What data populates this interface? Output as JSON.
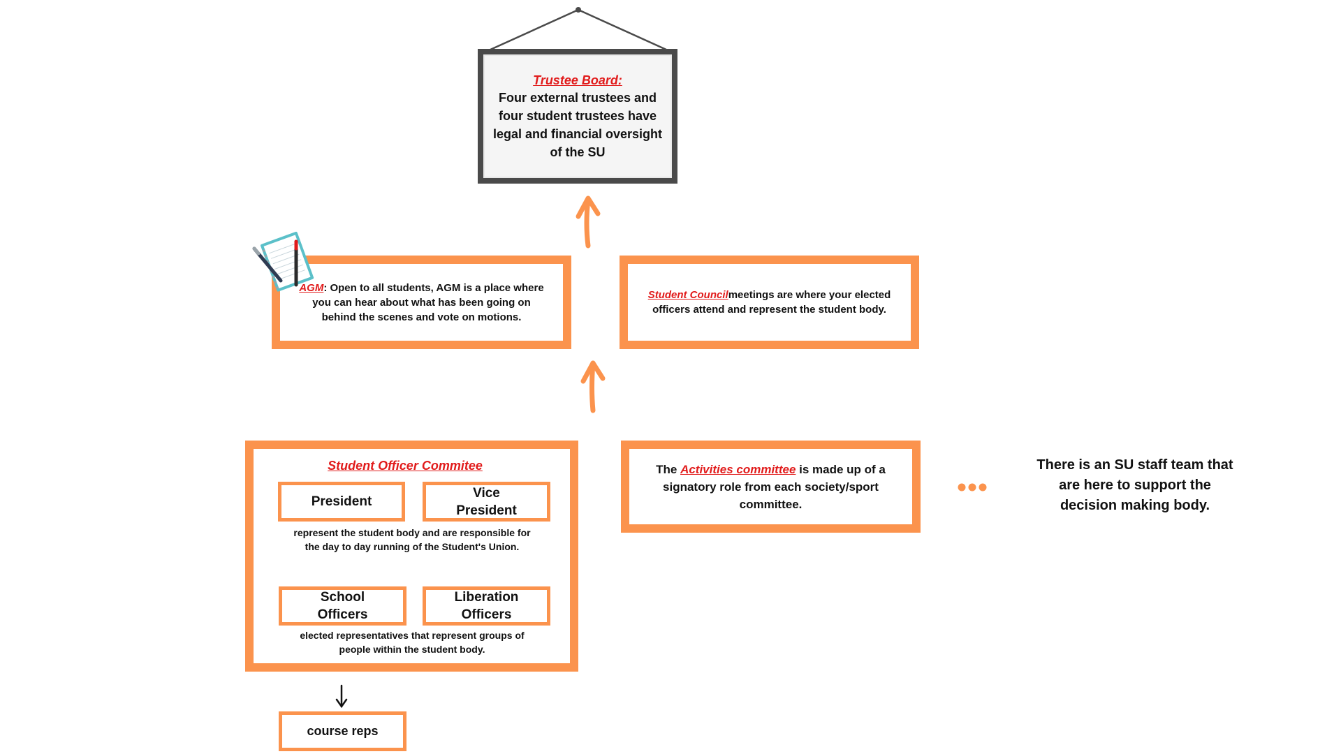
{
  "trustee_board": {
    "title": "Trustee Board:",
    "description": "Four external trustees and four student trustees have legal and financial oversight of the SU"
  },
  "agm": {
    "label": "AGM",
    "description": ": Open to all students, AGM is a place where you can hear about what has been going on behind the scenes and vote on motions."
  },
  "student_council": {
    "label": "Student Council",
    "description": "meetings are where your elected officers attend and represent the student body."
  },
  "student_officer_committee": {
    "title": "Student Officer Commitee",
    "president": "President",
    "vice_president": "Vice President",
    "officers_description": "represent the student body and are responsible for the day to day running of the Student's Union.",
    "school_officers": "School Officers",
    "liberation_officers": "Liberation Officers",
    "reps_description": "elected representatives that represent groups of people within the student body."
  },
  "course_reps": {
    "label": "course reps"
  },
  "activities_committee": {
    "prefix": "The ",
    "label": "Activities committee",
    "description": " is made up of a signatory role from each society/sport committee."
  },
  "staff_team": {
    "text": "There is an SU staff team that are here to support the decision making body."
  },
  "colors": {
    "accent": "#fb934d",
    "highlight": "#e11b1b",
    "frame": "#4a4a4a"
  }
}
